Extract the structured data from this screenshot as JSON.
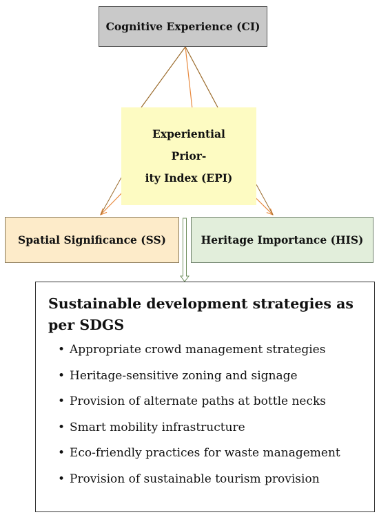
{
  "colors": {
    "ci_fill": "#c9c9c9",
    "epi_fill": "#fdfbc2",
    "ss_fill": "#fdebc9",
    "his_fill": "#e2eedb",
    "connector_orange": "#e8893d",
    "connector_brown": "#9a6a2a",
    "down_arrow": "#6f8f5f"
  },
  "nodes": {
    "ci": {
      "label": "Cognitive Experience (CI)"
    },
    "epi": {
      "label": "Experiential Priority Index (EPI)",
      "line1": "Experiential Prior-",
      "line2": "ity Index (EPI)"
    },
    "ss": {
      "label": "Spatial Significance (SS)"
    },
    "his": {
      "label": "Heritage Importance (HIS)"
    }
  },
  "strategies": {
    "heading": "Sustainable development strategies as per SDGS",
    "bullet": "•",
    "items": [
      "Appropriate crowd management strategies",
      "Heritage-sensitive zoning and signage",
      "Provision of alternate paths at bottle necks",
      "Smart mobility infrastructure",
      "Eco-friendly practices for waste management",
      "Provision of sustainable tourism provision"
    ]
  }
}
